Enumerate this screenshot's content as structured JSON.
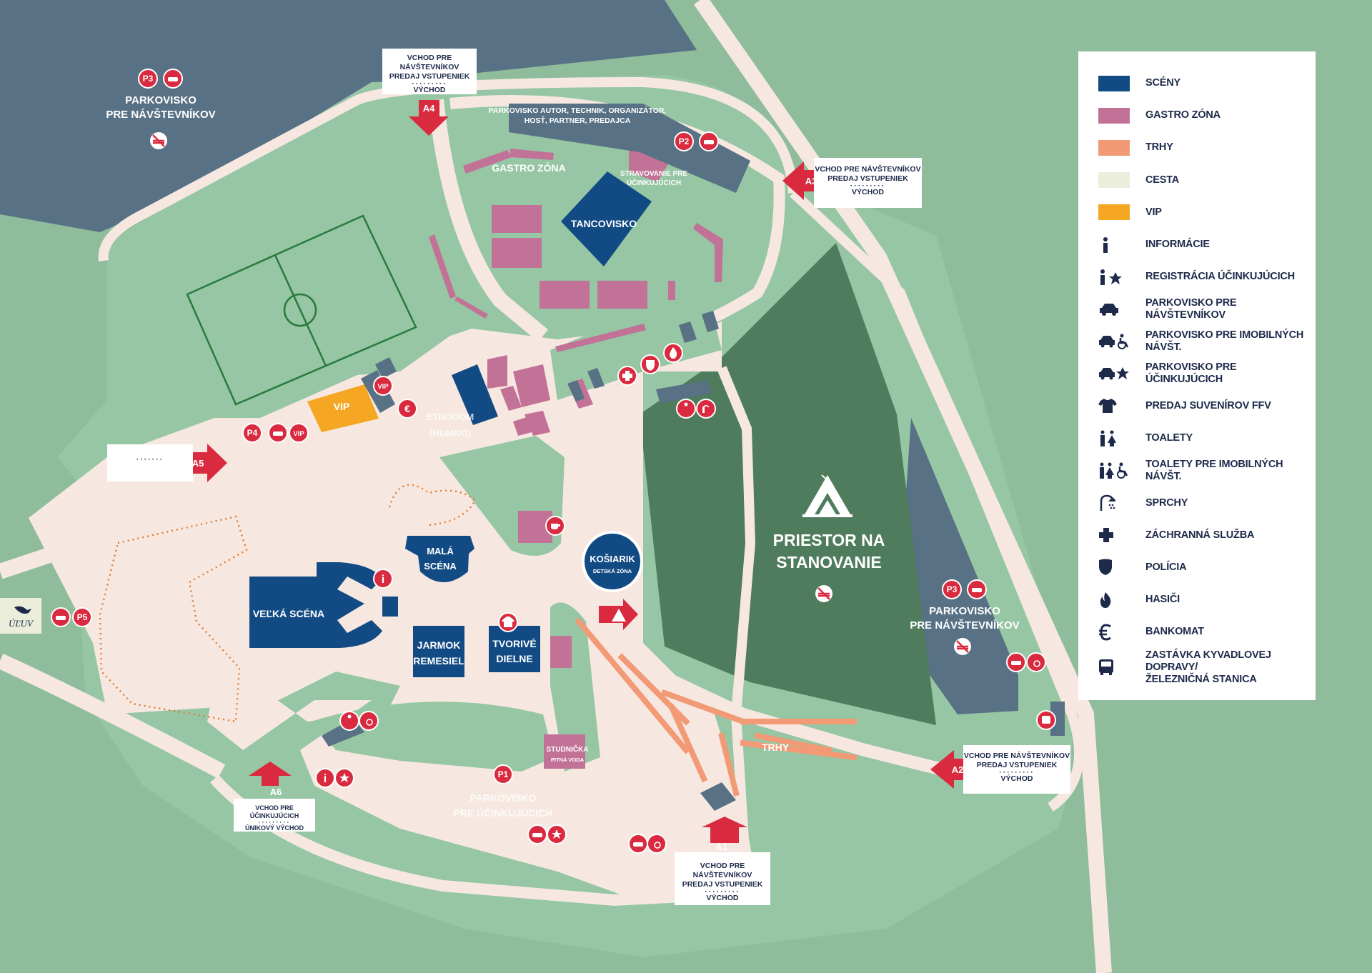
{
  "colors": {
    "background": "#8fbd9c",
    "field": "#86b89a",
    "inner_green": "#96c6a4",
    "path": "#f6e8e1",
    "parking": "#587184",
    "camp": "#4e7c5c",
    "stage": "#124b84",
    "gastro": "#c27197",
    "market": "#f29a75",
    "vip": "#f5a623",
    "accent_red": "#d92a3f",
    "text_dark": "#1d2a4a"
  },
  "map": {
    "parking_p3_top": {
      "code": "P3",
      "line1": "PARKOVISKO",
      "line2": "PRE NÁVŠTEVNÍKOV"
    },
    "parking_p3_right": {
      "code": "P3",
      "line1": "PARKOVISKO",
      "line2": "PRE NÁVŠTEVNÍKOV"
    },
    "parking_p2": {
      "code": "P2",
      "line1": "PARKOVISKO AUTOR, TECHNIK, ORGANIZÁTOR,",
      "line2": "HOSŤ, PARTNER, PREDAJCA"
    },
    "parking_p1": {
      "code": "P1",
      "line1": "PARKOVISKO",
      "line2": "PRE ÚČINKUJÚCICH"
    },
    "parking_p4": {
      "code": "P4",
      "vip": "VIP"
    },
    "parking_p5": {
      "code": "P5",
      "logo": "ÚĽUV"
    },
    "gastro_zone": "GASTRO ZÓNA",
    "performer_food": {
      "line1": "STRAVOVANIE PRE",
      "line2": "ÚČINKUJÚCICH"
    },
    "tancovisko": "TANCOVISKO",
    "vip_area": "VIP",
    "vip_badge": "VIP",
    "etnodom": {
      "line1": "ETNODOM",
      "line2": "(HUMNO)"
    },
    "velka_scena": "VEĽKÁ SCÉNA",
    "mala_scena": {
      "line1": "MALÁ",
      "line2": "SCÉNA"
    },
    "kosiarik": {
      "line1": "KOŠIARIK",
      "line2": "DETSKÁ ZÓNA"
    },
    "jarmok": {
      "line1": "JARMOK",
      "line2": "REMESIEL"
    },
    "tvorive": {
      "line1": "TVORIVÉ",
      "line2": "DIELNE"
    },
    "studnicka": {
      "line1": "STUDNIČKA",
      "line2": "PITNÁ VODA"
    },
    "trhy": "TRHY",
    "camping": {
      "line1": "PRIESTOR NA",
      "line2": "STANOVANIE"
    },
    "info_i": "i",
    "euro": "€"
  },
  "entrances": {
    "a1": {
      "code": "A1",
      "line1": "VCHOD PRE NÁVŠTEVNÍKOV",
      "line2": "PREDAJ VSTUPENIEK",
      "dots": "·········",
      "line3": "VÝCHOD"
    },
    "a2": {
      "code": "A2",
      "line1": "VCHOD PRE NÁVŠTEVNÍKOV",
      "line2": "PREDAJ VSTUPENIEK",
      "dots": "·········",
      "line3": "VÝCHOD"
    },
    "a3": {
      "code": "A3",
      "line1": "VCHOD PRE NÁVŠTEVNÍKOV",
      "line2": "PREDAJ VSTUPENIEK",
      "dots": "·········",
      "line3": "VÝCHOD"
    },
    "a4": {
      "code": "A4",
      "line1": "VCHOD PRE NÁVŠTEVNÍKOV",
      "line2": "PREDAJ VSTUPENIEK",
      "dots": "·········",
      "line3": "VÝCHOD"
    },
    "a5": {
      "code": "A5",
      "dots": "·······"
    },
    "a6": {
      "code": "A6",
      "line1": "VCHOD PRE ÚČINKUJÚCICH",
      "dots": "·········",
      "line3": "ÚNIKOVÝ VÝCHOD"
    }
  },
  "legend": [
    {
      "label": "SCÉNY",
      "swatch": "#124b84"
    },
    {
      "label": "GASTRO ZÓNA",
      "swatch": "#c27197"
    },
    {
      "label": "TRHY",
      "swatch": "#f29a75"
    },
    {
      "label": "CESTA",
      "swatch": "#eaeedb"
    },
    {
      "label": "VIP",
      "swatch": "#f5a623"
    },
    {
      "label": "INFORMÁCIE",
      "icon": "info-icon"
    },
    {
      "label": "REGISTRÁCIA ÚČINKUJÚCICH",
      "icon": "info-star-icon"
    },
    {
      "label": "PARKOVISKO PRE NÁVŠTEVNÍKOV",
      "icon": "car-icon"
    },
    {
      "label": "PARKOVISKO PRE IMOBILNÝCH NÁVŠT.",
      "icon": "car-wheelchair-icon"
    },
    {
      "label": "PARKOVISKO PRE ÚČINKUJÚCICH",
      "icon": "car-star-icon"
    },
    {
      "label": "PREDAJ SUVENÍROV FFV",
      "icon": "tshirt-icon"
    },
    {
      "label": "TOALETY",
      "icon": "toilet-icon"
    },
    {
      "label": "TOALETY PRE IMOBILNÝCH NÁVŠT.",
      "icon": "toilet-wheelchair-icon"
    },
    {
      "label": "SPRCHY",
      "icon": "shower-icon"
    },
    {
      "label": "ZÁCHRANNÁ SLUŽBA",
      "icon": "first-aid-icon"
    },
    {
      "label": "POLÍCIA",
      "icon": "police-shield-icon"
    },
    {
      "label": "HASIČI",
      "icon": "fire-icon"
    },
    {
      "label": "BANKOMAT",
      "icon": "euro-icon"
    },
    {
      "label": "ZASTÁVKA KYVADLOVEJ DOPRAVY/",
      "label2": "ŽELEZNIČNÁ STANICA",
      "icon": "bus-icon"
    }
  ]
}
